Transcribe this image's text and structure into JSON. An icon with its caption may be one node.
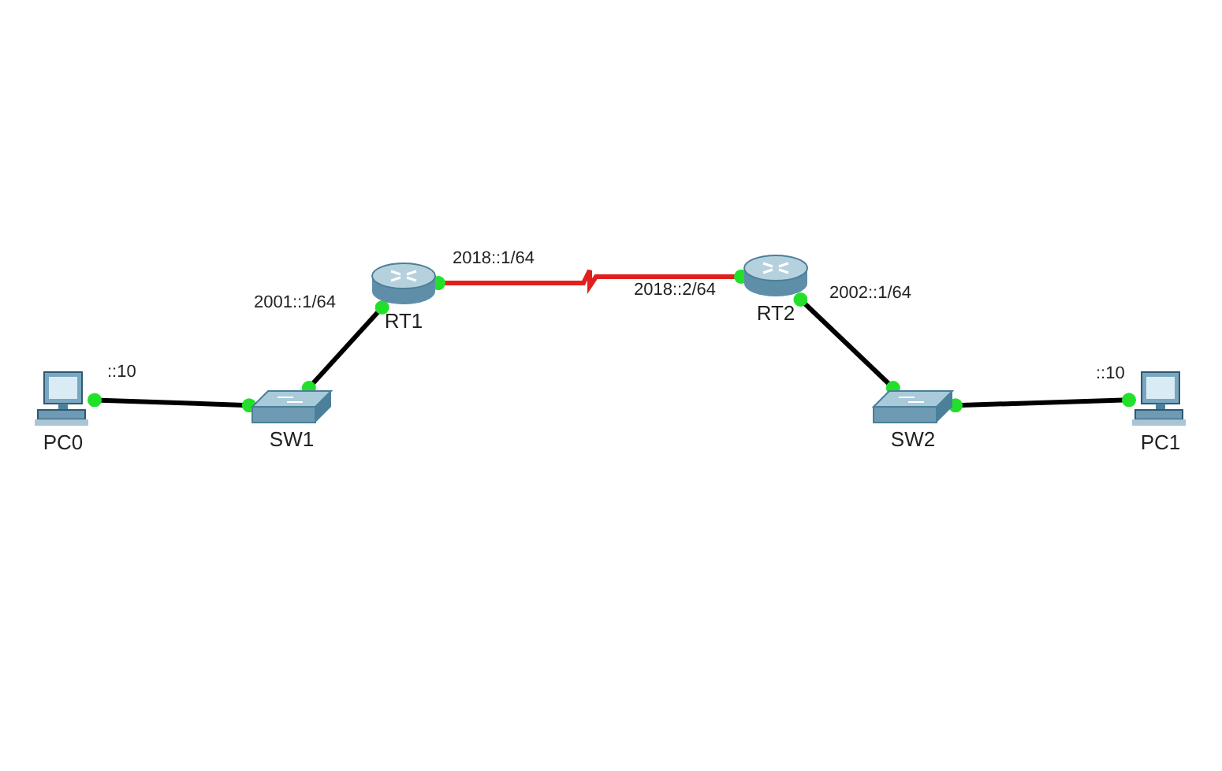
{
  "diagram": {
    "nodes": [
      {
        "text": [
          "PC0"
        ],
        "beside": [
          "::10"
        ]
      },
      {
        "text": [
          "SW1"
        ]
      },
      {
        "text": [
          "RT1"
        ],
        "beside": [
          "2001::1/64",
          "2018::1/64"
        ]
      },
      {
        "text": [
          "RT2"
        ],
        "beside": [
          "2018::2/64",
          "2002::1/64"
        ]
      },
      {
        "text": [
          "SW2"
        ]
      },
      {
        "text": [
          "PC1"
        ],
        "beside": [
          "::10"
        ]
      }
    ],
    "edges": [
      {
        "from": 0,
        "to": 1,
        "arrow": "other"
      },
      {
        "from": 1,
        "to": 2,
        "arrow": "other"
      },
      {
        "from": 2,
        "to": 3,
        "arrow": "other",
        "color": "#e0201c"
      },
      {
        "from": 3,
        "to": 4,
        "arrow": "other"
      },
      {
        "from": 4,
        "to": 5,
        "arrow": "other"
      }
    ]
  }
}
